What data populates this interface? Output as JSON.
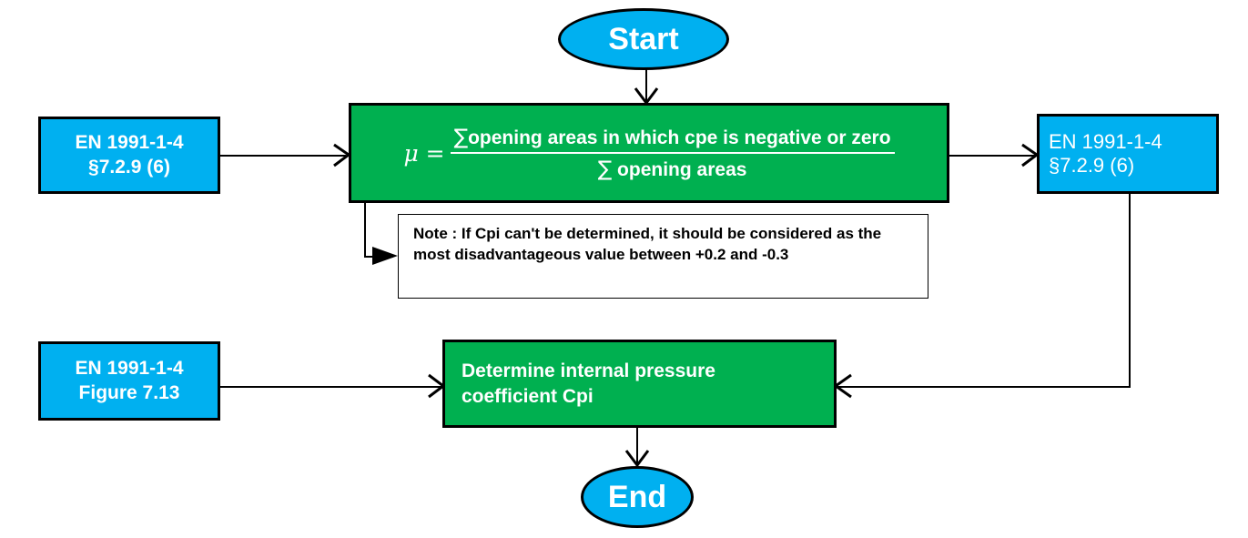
{
  "diagram": {
    "title": "Internal pressure coefficient Cpi determination flowchart",
    "colors": {
      "blue": "#00b0f0",
      "green": "#00b050",
      "border": "#000000",
      "text_on_fill": "#ffffff",
      "note_text": "#000000"
    },
    "nodes": {
      "start": {
        "label": "Start",
        "shape": "ellipse",
        "fill": "#00b0f0"
      },
      "end": {
        "label": "End",
        "shape": "ellipse",
        "fill": "#00b0f0"
      },
      "ref_top_left": {
        "line1": "EN 1991-1-4",
        "line2": "§7.2.9 (6)",
        "shape": "rect",
        "fill": "#00b0f0"
      },
      "ref_top_right": {
        "line1": "EN 1991-1-4",
        "line2": "§7.2.9 (6)",
        "shape": "rect",
        "fill": "#00b0f0"
      },
      "ref_bottom_left": {
        "line1": "EN 1991-1-4",
        "line2": "Figure 7.13",
        "shape": "rect",
        "fill": "#00b0f0"
      },
      "formula": {
        "shape": "rect",
        "fill": "#00b050",
        "lhs": "μ =",
        "numerator_sum": "∑",
        "numerator_text": "opening areas in which cpe is negative or zero",
        "denominator_sum": "∑",
        "denominator_text": "opening areas"
      },
      "note": {
        "shape": "rect",
        "fill": "#ffffff",
        "text": "Note : If Cpi can't be determined, it should be considered as the most disadvantageous value between +0.2 and -0.3"
      },
      "determine_cpi": {
        "line1": "Determine internal pressure",
        "line2": "coefficient Cpi",
        "shape": "rect",
        "fill": "#00b050"
      }
    },
    "edges": [
      {
        "from": "start",
        "to": "formula",
        "style": "solid-arrow"
      },
      {
        "from": "ref_top_left",
        "to": "formula",
        "style": "solid-arrow"
      },
      {
        "from": "formula",
        "to": "ref_top_right",
        "style": "solid-arrow"
      },
      {
        "from": "formula",
        "to": "note",
        "style": "elbow-arrow"
      },
      {
        "from": "ref_top_right",
        "to": "determine_cpi",
        "style": "elbow-arrow"
      },
      {
        "from": "ref_bottom_left",
        "to": "determine_cpi",
        "style": "solid-arrow"
      },
      {
        "from": "determine_cpi",
        "to": "end",
        "style": "solid-arrow"
      }
    ]
  }
}
